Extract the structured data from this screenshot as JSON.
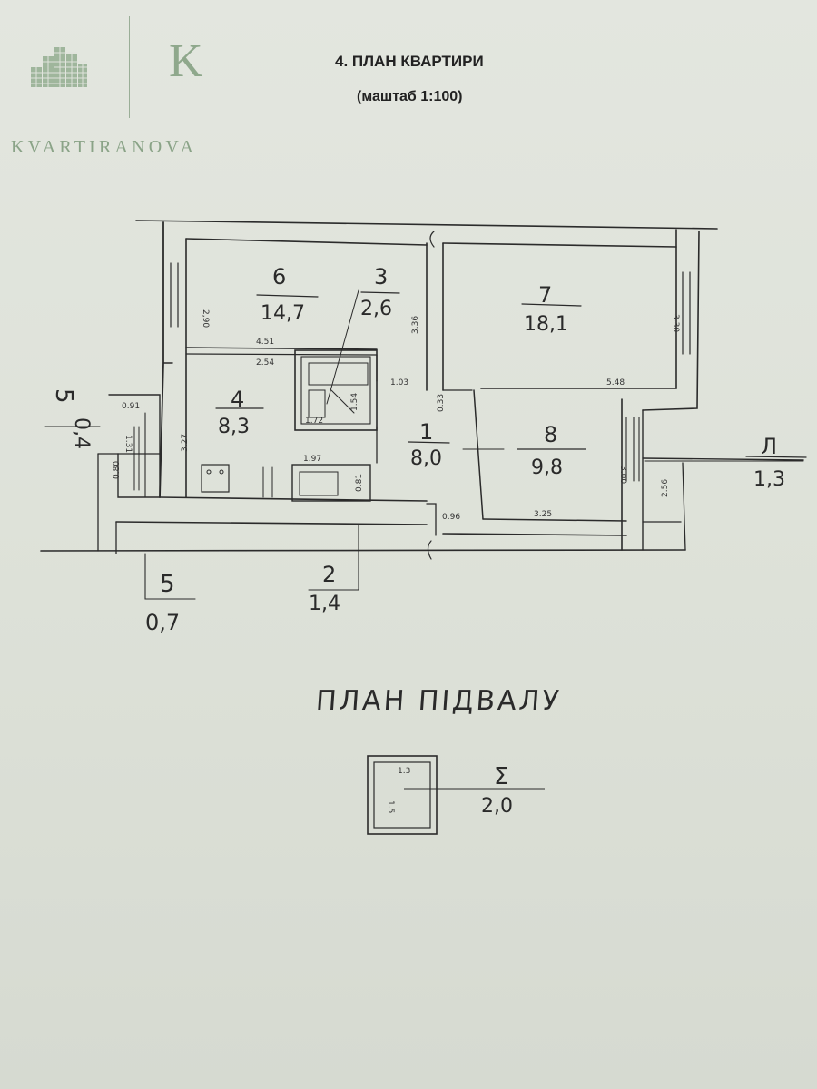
{
  "header": {
    "title": "4. ПЛАН КВАРТИРИ",
    "scale": "(маштаб 1:100)"
  },
  "logo": {
    "letter": "K",
    "wordmark": "KVARTIRANOVA",
    "color": "#8fa88c"
  },
  "rooms": [
    {
      "id": "r6",
      "number": "6",
      "area": "14,7"
    },
    {
      "id": "r3",
      "number": "3",
      "area": "2,6"
    },
    {
      "id": "r7",
      "number": "7",
      "area": "18,1"
    },
    {
      "id": "r4",
      "number": "4",
      "area": "8,3"
    },
    {
      "id": "r1",
      "number": "1",
      "area": "8,0"
    },
    {
      "id": "r8",
      "number": "8",
      "area": "9,8"
    },
    {
      "id": "r5a",
      "number": "5",
      "area": "0,4"
    },
    {
      "id": "r5b",
      "number": "5",
      "area": "0,7"
    },
    {
      "id": "r2",
      "number": "2",
      "area": "1,4"
    },
    {
      "id": "rl",
      "number": "Л",
      "area": "1,3"
    }
  ],
  "dimensions": {
    "d_2_90": "2,90",
    "d_4_51": "4.51",
    "d_2_54": "2.54",
    "d_3_36": "3.36",
    "d_3_30": "3.30",
    "d_1_03": "1.03",
    "d_0_33": "0.33",
    "d_5_48": "5.48",
    "d_0_91": "0.91",
    "d_1_31": "1.31",
    "d_0_80": "0.80",
    "d_3_27": "3.27",
    "d_1_72": "1.72",
    "d_1_54": "1.54",
    "d_1_97": "1.97",
    "d_0_81": "0.81",
    "d_0_96": "0.96",
    "d_3_25": "3.25",
    "d_3_00": "3.00",
    "d_2_56": "2.56"
  },
  "basement": {
    "title": "ПЛАН ПІДВАЛУ",
    "room_number": "Σ",
    "room_area": "2,0",
    "dim_width": "1.3",
    "dim_height": "1.5"
  }
}
